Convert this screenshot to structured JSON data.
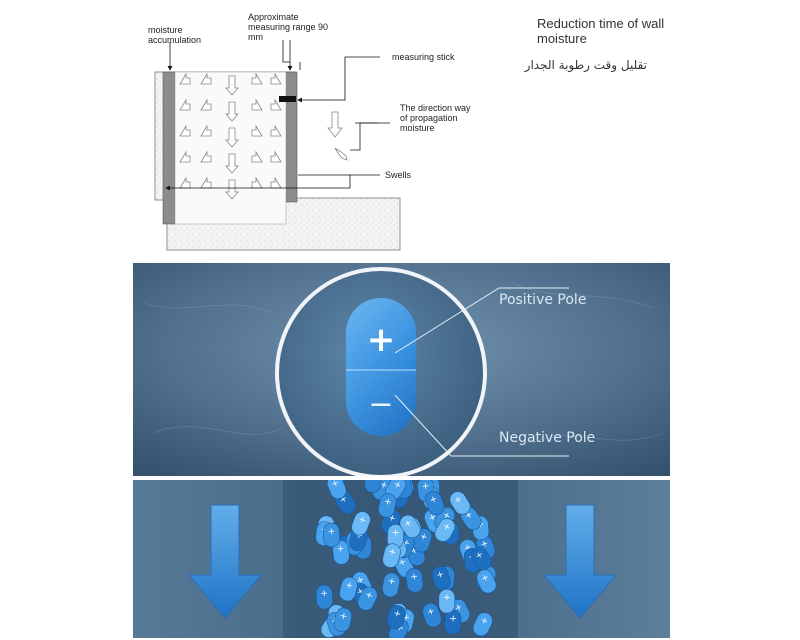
{
  "diagram": {
    "title": "Reduction time of wall moisture",
    "title_arabic": "تقليل وقت رطوبة الجدار",
    "labels": {
      "moisture_accumulation": "moisture accumulation",
      "measuring_range": "Approximate measuring range 90 mm",
      "measuring_stick": "measuring stick",
      "direction": "The direction way of propagation moisture",
      "swells": "Swells"
    }
  },
  "poles": {
    "positive_label": "Positive Pole",
    "negative_label": "Negative Pole",
    "plus_symbol": "+",
    "minus_symbol": "−"
  },
  "colors": {
    "wall_bg": "#5a7a96",
    "capsule_top": "#3f96e0",
    "capsule_bottom": "#2a7fd0",
    "arrow_blue": "#2f86d6"
  },
  "icons": {
    "arrow": "down-arrow-icon",
    "molecule": "capsule-molecule-icon"
  }
}
